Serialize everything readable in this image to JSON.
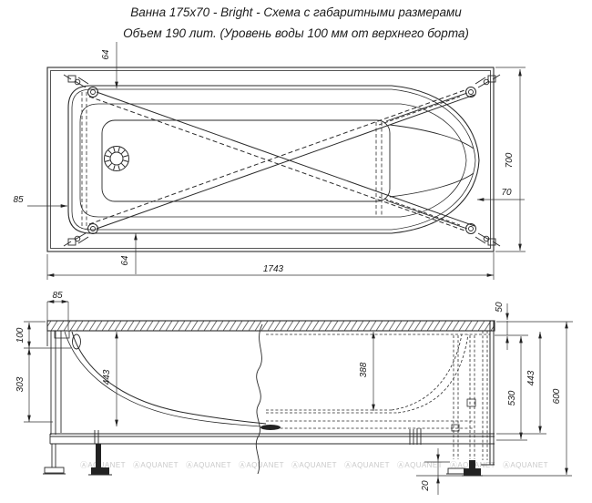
{
  "title": {
    "line1": "Ванна 175x70 - Bright - Схема с габаритными размерами",
    "line2": "Объем 190 лит. (Уровень воды 100 мм от верхнего борта)"
  },
  "top_view": {
    "length": "1743",
    "width": "700",
    "rim_left": "85",
    "rim_right": "70",
    "brace_top": "64",
    "brace_bottom": "64"
  },
  "side_view": {
    "apron": "85",
    "water": "100",
    "lower_left": "303",
    "depth_left": "443",
    "depth_right": "388",
    "flange": "50",
    "mid_height": "530",
    "frame_height": "443",
    "total_height": "600",
    "foot": "20"
  },
  "watermark": {
    "text": "ⒶAQUANET"
  },
  "colors": {
    "line": "#2a2a2a",
    "dim_line": "#333333",
    "watermark": "#c9c9c9",
    "background": "#ffffff"
  }
}
